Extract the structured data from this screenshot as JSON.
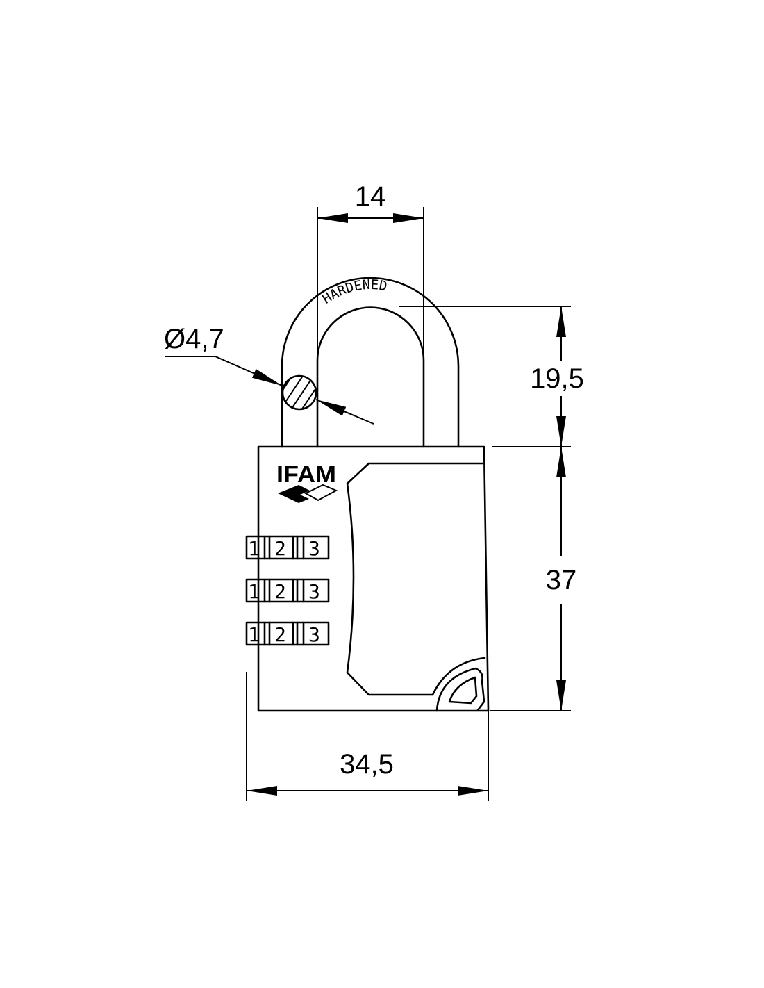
{
  "drawing": {
    "dimensions": {
      "shackle_width": "14",
      "shackle_diameter": "Ø4,7",
      "shackle_clearance": "19,5",
      "body_height": "37",
      "body_width": "34,5"
    },
    "engraving": "HARDENED",
    "logo_text": "IFAM",
    "dials": [
      [
        "1",
        "2",
        "3"
      ],
      [
        "1",
        "2",
        "3"
      ],
      [
        "1",
        "2",
        "3"
      ]
    ]
  }
}
